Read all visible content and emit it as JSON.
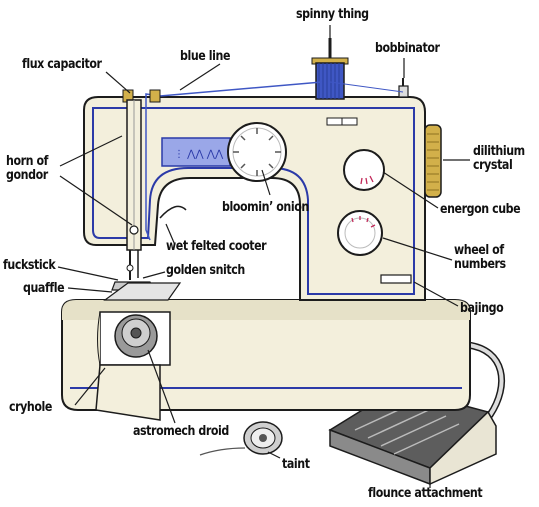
{
  "colors": {
    "outline": "#1c1c1c",
    "body": "#f3efdc",
    "body_shadow": "#ddd8c0",
    "trim": "#2b3aa8",
    "screen": "#9aa7e8",
    "gold": "#d2b04a",
    "thread": "#3f57c4",
    "pedal": "#6e6e6e",
    "metal": "#c9c9c9"
  },
  "labels": {
    "spinny_thing": "spinny thing",
    "bobbinator": "bobbinator",
    "flux_capacitor": "flux capacitor",
    "blue_line": "blue line",
    "horn_of_gondor_1": "horn of",
    "horn_of_gondor_2": "gondor",
    "dilithium_crystal_1": "dilithium",
    "dilithium_crystal_2": "crystal",
    "bloomin_onion": "bloomin’ onion",
    "energon_cube": "energon cube",
    "wet_felted_cooter": "wet felted cooter",
    "fuckstick": "fuckstick",
    "golden_snitch": "golden snitch",
    "wheel_of_numbers_1": "wheel of",
    "wheel_of_numbers_2": "numbers",
    "quaffle": "quaffle",
    "bajingo": "bajingo",
    "cryhole": "cryhole",
    "astromech_droid": "astromech droid",
    "taint": "taint",
    "flounce_attachment": "flounce attachment"
  }
}
